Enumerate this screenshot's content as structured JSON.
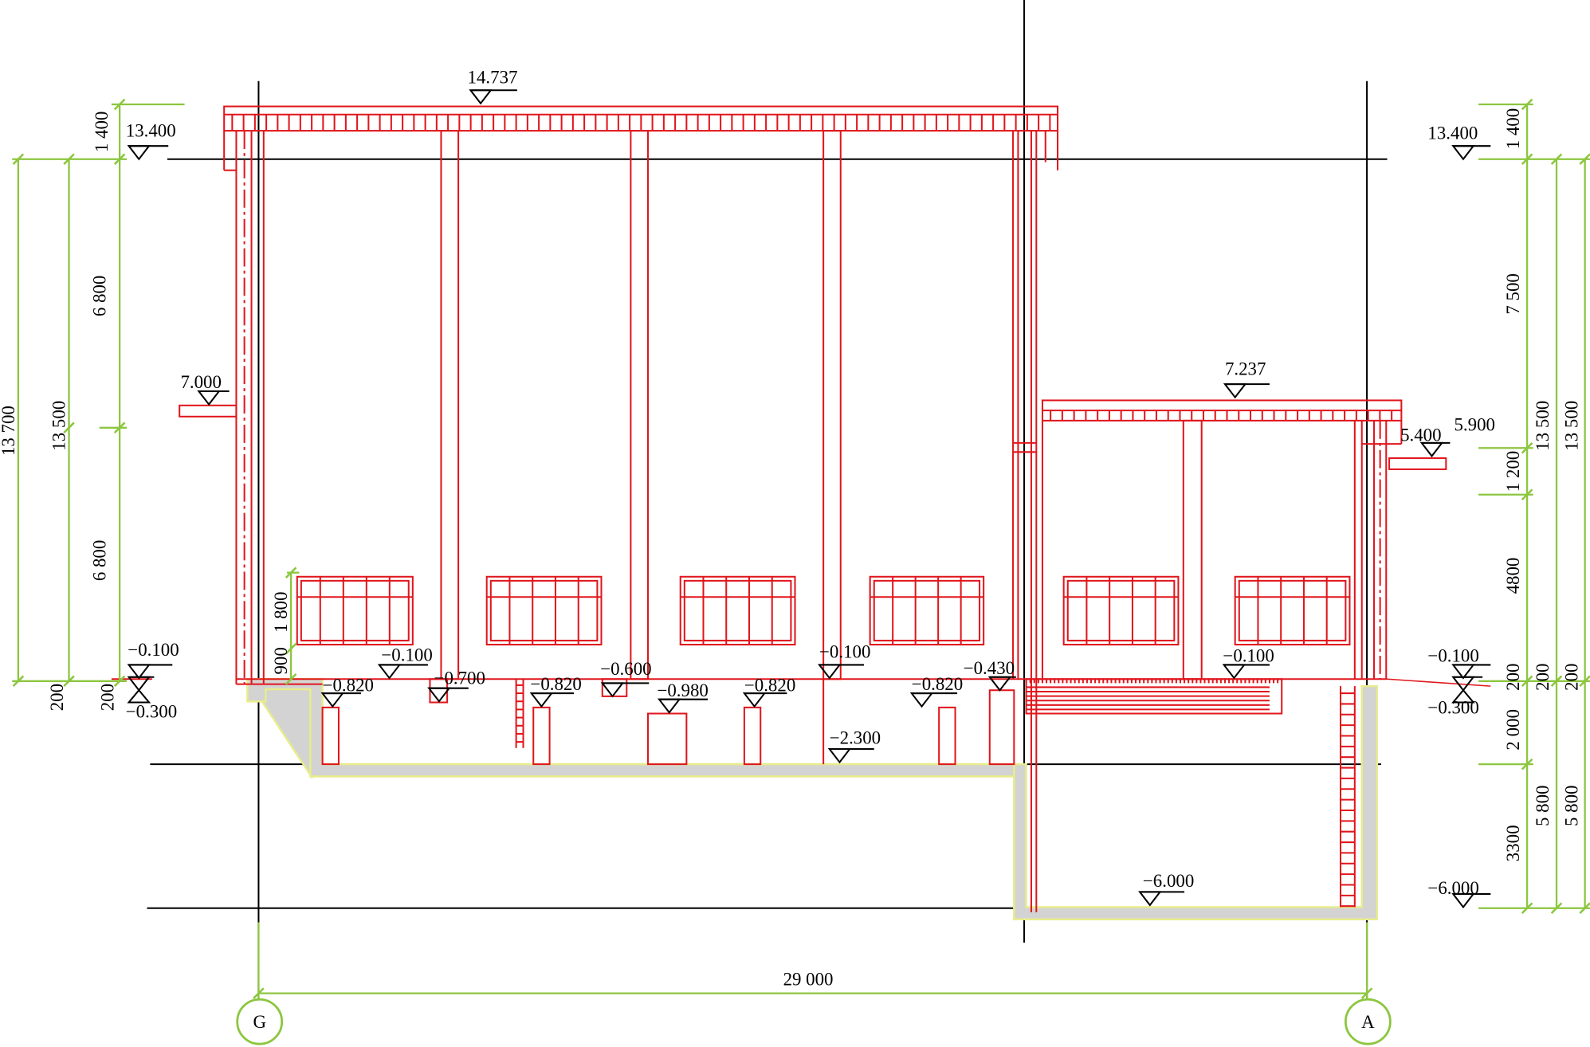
{
  "colors": {
    "structure": "#e0161c",
    "dimension": "#8cc63f",
    "axis": "#000000",
    "slab_fill": "#d3d3d3",
    "slab_edge": "#e8ec8c"
  },
  "axes": {
    "left": "G",
    "right": "A",
    "span": "29 000"
  },
  "elevations": {
    "roof_top": "14.737",
    "roof_left": "13.400",
    "roof_right": "13.400",
    "canopy_left": "7.000",
    "annex_roof": "7.237",
    "canopy_right_a": "5.400",
    "canopy_right_b": "5.900",
    "floor_left": "−0.100",
    "ground_left": "−0.300",
    "floor_right": "−0.100",
    "ground_right": "−0.300",
    "pit_right": "−6.000",
    "pit_bottom": "−6.000",
    "trench_bottom": "−2.300",
    "floor_mid_1": "−0.100",
    "floor_mid_2": "−0.100",
    "floor_annex": "−0.100",
    "ch_1": "−0.820",
    "ch_2": "−0.700",
    "ch_3": "−0.820",
    "ch_4": "−0.600",
    "ch_5": "−0.980",
    "ch_6": "−0.820",
    "ch_7": "−0.820",
    "ch_8": "−0.430"
  },
  "dimensions_left": {
    "total": "13 700",
    "main": "13 500",
    "parapet": "1 400",
    "upper": "6 800",
    "lower": "6 800",
    "base_outer": "200",
    "base_inner": "200",
    "window_height": "1 800",
    "window_sill": "900"
  },
  "dimensions_right": {
    "parapet": "1 400",
    "upper": "7 500",
    "canopy": "1 200",
    "lower": "4800",
    "base": "200",
    "base_mid": "200",
    "base_outer": "200",
    "total_mid": "13 500",
    "total_outer": "13 500",
    "pit_upper": "2 000",
    "pit_lower": "3300",
    "pit_total_mid": "5 800",
    "pit_total_outer": "5 800"
  }
}
